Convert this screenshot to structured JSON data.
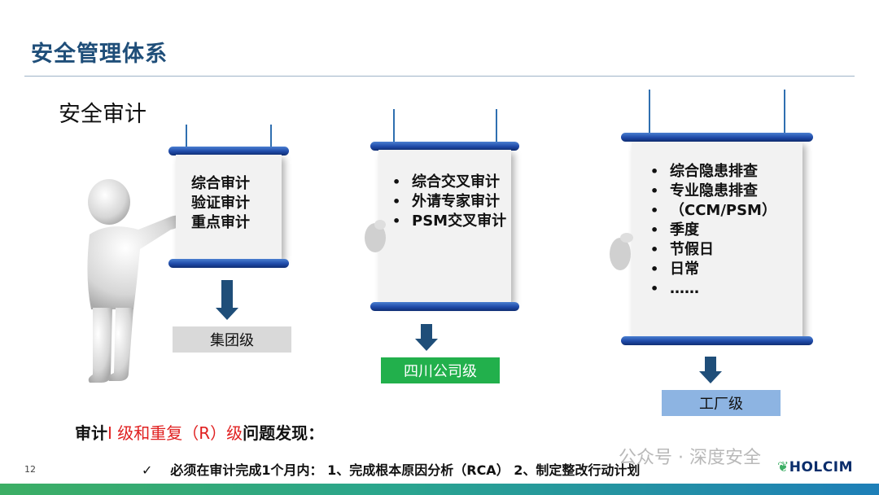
{
  "slide": {
    "title": "安全管理体系",
    "subtitle": "安全审计",
    "page_number": "12"
  },
  "boards": [
    {
      "items": [
        "综合审计",
        "验证审计",
        "重点审计"
      ],
      "level": "集团级",
      "level_bg": "#d9d9d9"
    },
    {
      "items": [
        "综合交叉审计",
        "外请专家审计",
        "PSM交叉审计"
      ],
      "level": "四川公司级",
      "level_bg": "#22b04c"
    },
    {
      "items": [
        "综合隐患排查",
        "专业隐患排查",
        "（CCM/PSM）",
        "季度",
        "节假日",
        "日常",
        "……"
      ],
      "level": "工厂级",
      "level_bg": "#8db4e2"
    }
  ],
  "footer": {
    "prefix": "审计",
    "highlight": "I 级和重复（R）级",
    "suffix": "问题发现：",
    "check_mark": "✓",
    "check_text": "必须在审计完成1个月内：  1、完成根本原因分析（RCA）  2、制定整改行动计划"
  },
  "watermark": "公众号 · 深度安全",
  "logo": {
    "brand": "HOLCIM",
    "icon": "holcim-leaf-icon"
  },
  "colors": {
    "title": "#1f4e79",
    "rod": "#1f4aa8",
    "arrow": "#1f4e79",
    "highlight": "#e02020"
  }
}
